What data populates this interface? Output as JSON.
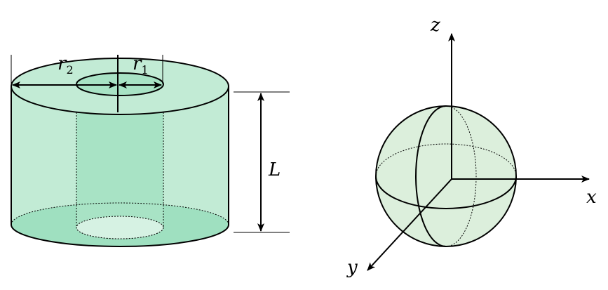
{
  "cylinder": {
    "labels": {
      "r2_main": "r",
      "r2_sub": "2",
      "r1_main": "r",
      "r1_sub": "1",
      "length": "L"
    },
    "colors": {
      "fill_light": "#c2ebd5",
      "fill_mid": "#a8e3c5",
      "fill_dark": "#93dcb6",
      "stroke": "#000000"
    }
  },
  "axes_sphere": {
    "labels": {
      "x": "x",
      "y": "y",
      "z": "z"
    },
    "colors": {
      "sphere_fill": "#dcefdc",
      "stroke": "#000000"
    }
  }
}
